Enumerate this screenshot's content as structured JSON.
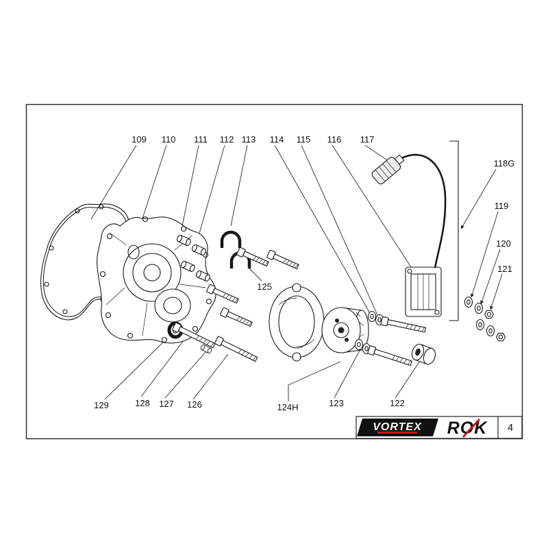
{
  "frame": {
    "page_number": "4"
  },
  "logos": {
    "vortex": "VORTEX",
    "rok": "ROK"
  },
  "labels": {
    "l109": "109",
    "l110": "110",
    "l111": "111",
    "l112": "112",
    "l113": "113",
    "l114": "114",
    "l115": "115",
    "l116": "116",
    "l117": "117",
    "l118g": "118G",
    "l119": "119",
    "l120": "120",
    "l121": "121",
    "l122": "122",
    "l123": "123",
    "l124h": "124H",
    "l125": "125",
    "l126": "126",
    "l127": "127",
    "l128": "128",
    "l129": "129"
  }
}
